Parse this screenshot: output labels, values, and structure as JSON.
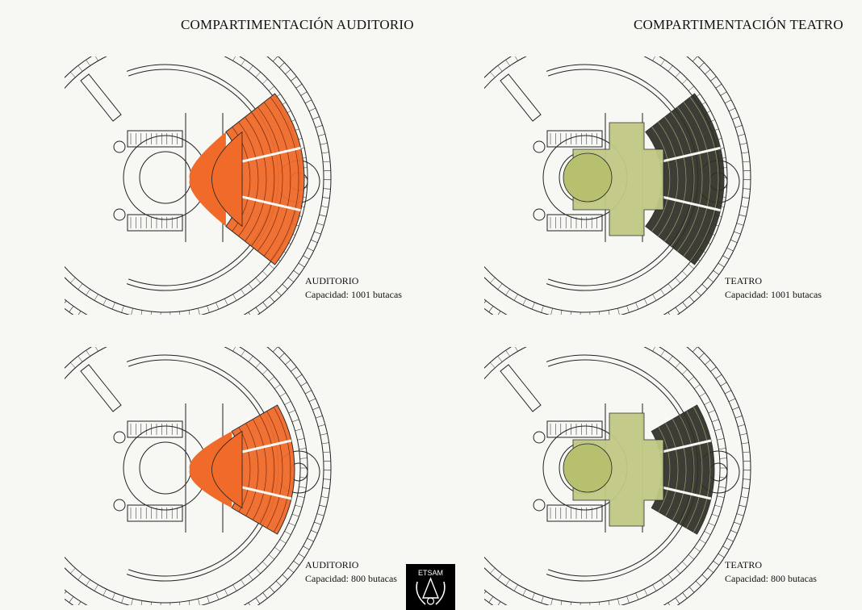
{
  "headers": {
    "left": "COMPARTIMENTACIÓN AUDITORIO",
    "right": "COMPARTIMENTACIÓN TEATRO"
  },
  "panels": [
    {
      "title": "AUDITORIO",
      "capacity": "Capacidad: 1001 butacas",
      "fill": "#f06a2a",
      "mode": "auditorio-full"
    },
    {
      "title": "TEATRO",
      "capacity": "Capacidad: 1001 butacas",
      "fill": "#c2c985",
      "mode": "teatro-full"
    },
    {
      "title": "AUDITORIO",
      "capacity": "Capacidad: 800 butacas",
      "fill": "#f06a2a",
      "mode": "auditorio-reduced"
    },
    {
      "title": "TEATRO",
      "capacity": "Capacidad: 800 butacas",
      "fill": "#c2c985",
      "mode": "teatro-reduced"
    }
  ],
  "logo": {
    "text": "ETSAM",
    "icon": "etsam-logo-icon"
  },
  "colors": {
    "auditorio": "#f06a2a",
    "teatro_stage": "#c2c985",
    "teatro_seats": "#2e2e26",
    "line": "#222222"
  }
}
